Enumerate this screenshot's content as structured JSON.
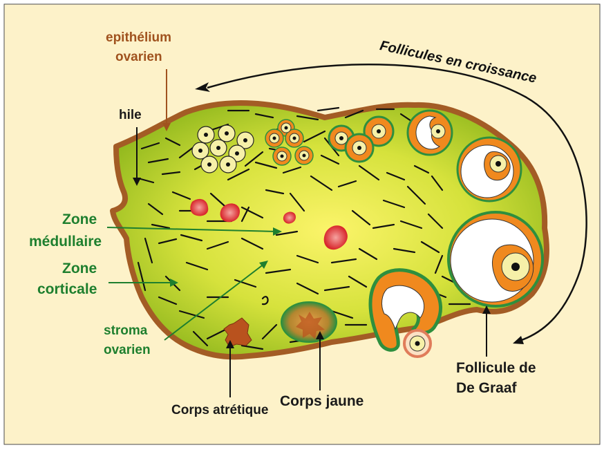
{
  "labels": {
    "epithelium_line1": "epithélium",
    "epithelium_line2": "ovarien",
    "hile": "hile",
    "zone_medullaire_line1": "Zone",
    "zone_medullaire_line2": "médullaire",
    "zone_corticale_line1": "Zone",
    "zone_corticale_line2": "corticale",
    "stroma_line1": "stroma",
    "stroma_line2": "ovarien",
    "follicules_croissance": "Follicules en croissance",
    "follicule_graaf_line1": "Follicule de",
    "follicule_graaf_line2": "De Graaf",
    "corps_atretique": "Corps atrétique",
    "corps_jaune": "Corps jaune"
  },
  "colors": {
    "background": "#fdf2c9",
    "ovary_fill_center": "#f6ee58",
    "ovary_fill_edge": "#7fae16",
    "ovary_border": "#a35c25",
    "green_label": "#1e7f2e",
    "brown_label": "#a0521e",
    "follicle_orange": "#f0891e",
    "vessel_red": "#d8262b"
  }
}
